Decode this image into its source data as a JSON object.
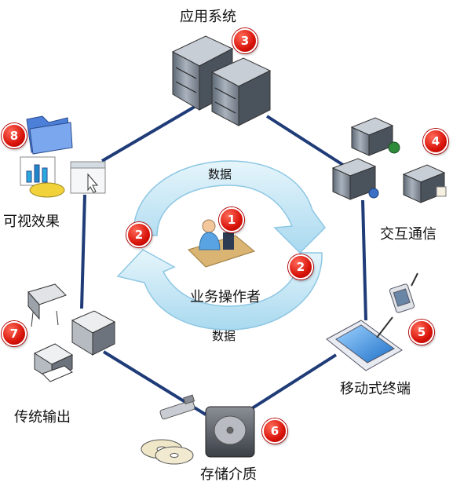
{
  "nodes": {
    "app_system": {
      "label": "应用系统",
      "badge": "3"
    },
    "interaction": {
      "label": "交互通信",
      "badge": "4"
    },
    "mobile": {
      "label": "移动式终端",
      "badge": "5"
    },
    "storage": {
      "label": "存储介质",
      "badge": "6"
    },
    "traditional": {
      "label": "传统输出",
      "badge": "7"
    },
    "visual": {
      "label": "可视效果",
      "badge": "8"
    }
  },
  "center": {
    "operator": {
      "label": "业务操作者",
      "badge": "1"
    },
    "flow_top": "数据",
    "flow_bottom": "数据",
    "badge_left": "2",
    "badge_right": "2"
  },
  "colors": {
    "edge": "#1f3c78",
    "arrow_fill": "#bfe4f4",
    "badge": "#d9140a"
  },
  "icons": {
    "app_system": "server-rack-icon",
    "interaction": "network-server-icon",
    "mobile": "tablet-icon",
    "storage": "hard-drive-icon",
    "traditional": "printer-icon",
    "visual": "chart-folder-icon",
    "operator": "user-at-desk-icon"
  }
}
